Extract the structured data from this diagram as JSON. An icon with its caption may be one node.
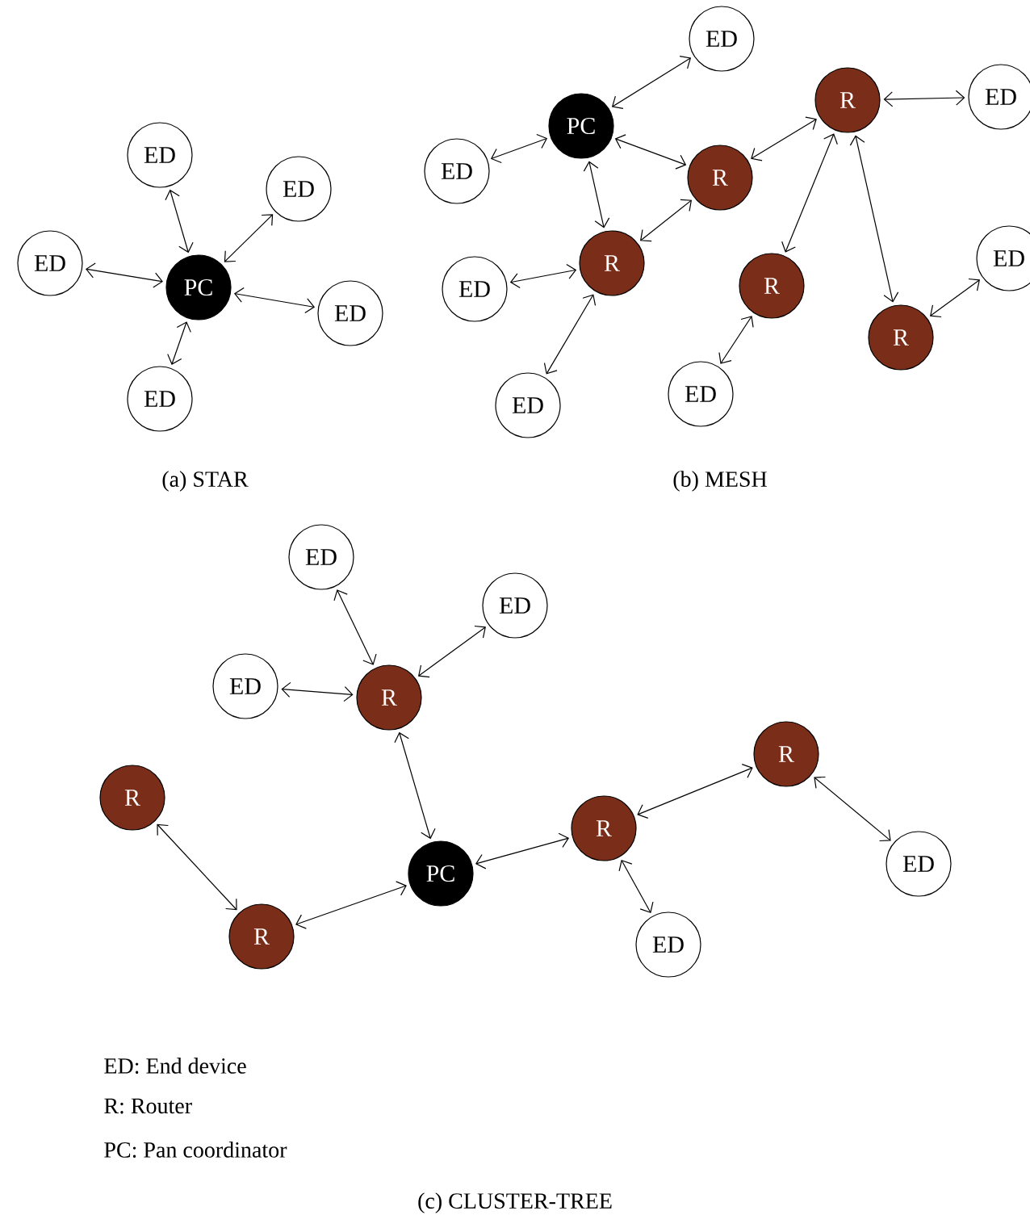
{
  "diagram": {
    "nodes": [
      {
        "text": [
          "PC"
        ]
      },
      {
        "text": [
          "ED"
        ]
      },
      {
        "text": [
          "ED"
        ]
      },
      {
        "text": [
          "ED"
        ]
      },
      {
        "text": [
          "ED"
        ]
      },
      {
        "text": [
          "ED"
        ]
      },
      {
        "text": [
          "PC"
        ]
      },
      {
        "text": [
          "ED"
        ]
      },
      {
        "text": [
          "ED"
        ]
      },
      {
        "text": [
          "R"
        ]
      },
      {
        "text": [
          "R"
        ]
      },
      {
        "text": [
          "ED"
        ]
      },
      {
        "text": [
          "R"
        ]
      },
      {
        "text": [
          "ED"
        ]
      },
      {
        "text": [
          "R"
        ]
      },
      {
        "text": [
          "ED"
        ]
      },
      {
        "text": [
          "R"
        ]
      },
      {
        "text": [
          "ED"
        ]
      },
      {
        "text": [
          "ED"
        ]
      },
      {
        "text": [
          "ED"
        ]
      },
      {
        "text": [
          "ED"
        ]
      },
      {
        "text": [
          "ED"
        ]
      },
      {
        "text": [
          "R"
        ]
      },
      {
        "text": [
          "R"
        ]
      },
      {
        "text": [
          "R"
        ]
      },
      {
        "text": [
          "R"
        ]
      },
      {
        "text": [
          "PC"
        ]
      },
      {
        "text": [
          "R"
        ]
      },
      {
        "text": [
          "ED"
        ]
      },
      {
        "text": [
          "ED"
        ]
      }
    ],
    "edges": [
      {
        "from": 0,
        "to": 1,
        "arrow": "both"
      },
      {
        "from": 0,
        "to": 2,
        "arrow": "both"
      },
      {
        "from": 0,
        "to": 3,
        "arrow": "both"
      },
      {
        "from": 0,
        "to": 4,
        "arrow": "both"
      },
      {
        "from": 0,
        "to": 5,
        "arrow": "both"
      },
      {
        "from": 6,
        "to": 7,
        "arrow": "both"
      },
      {
        "from": 6,
        "to": 8,
        "arrow": "both"
      },
      {
        "from": 6,
        "to": 9,
        "arrow": "both"
      },
      {
        "from": 6,
        "to": 12,
        "arrow": "both"
      },
      {
        "from": 9,
        "to": 10,
        "arrow": "both"
      },
      {
        "from": 9,
        "to": 12,
        "arrow": "both"
      },
      {
        "from": 10,
        "to": 11,
        "arrow": "both"
      },
      {
        "from": 10,
        "to": 14,
        "arrow": "both"
      },
      {
        "from": 10,
        "to": 16,
        "arrow": "both"
      },
      {
        "from": 12,
        "to": 13,
        "arrow": "both"
      },
      {
        "from": 12,
        "to": 17,
        "arrow": "both"
      },
      {
        "from": 14,
        "to": 18,
        "arrow": "both"
      },
      {
        "from": 16,
        "to": 15,
        "arrow": "both"
      },
      {
        "from": 22,
        "to": 19,
        "arrow": "both"
      },
      {
        "from": 22,
        "to": 20,
        "arrow": "both"
      },
      {
        "from": 22,
        "to": 21,
        "arrow": "both"
      },
      {
        "from": 22,
        "to": 26,
        "arrow": "both"
      },
      {
        "from": 26,
        "to": 25,
        "arrow": "both"
      },
      {
        "from": 26,
        "to": 27,
        "arrow": "both"
      },
      {
        "from": 27,
        "to": 23,
        "arrow": "both"
      },
      {
        "from": 25,
        "to": 24,
        "arrow": "both"
      },
      {
        "from": 25,
        "to": 29,
        "arrow": "both"
      },
      {
        "from": 24,
        "to": 28,
        "arrow": "both"
      }
    ],
    "labels": [
      "(a)  STAR",
      "(b)  MESH",
      "ED: End device",
      "R: Router",
      "PC: Pan coordinator",
      "(c)  CLUSTER-TREE"
    ]
  }
}
